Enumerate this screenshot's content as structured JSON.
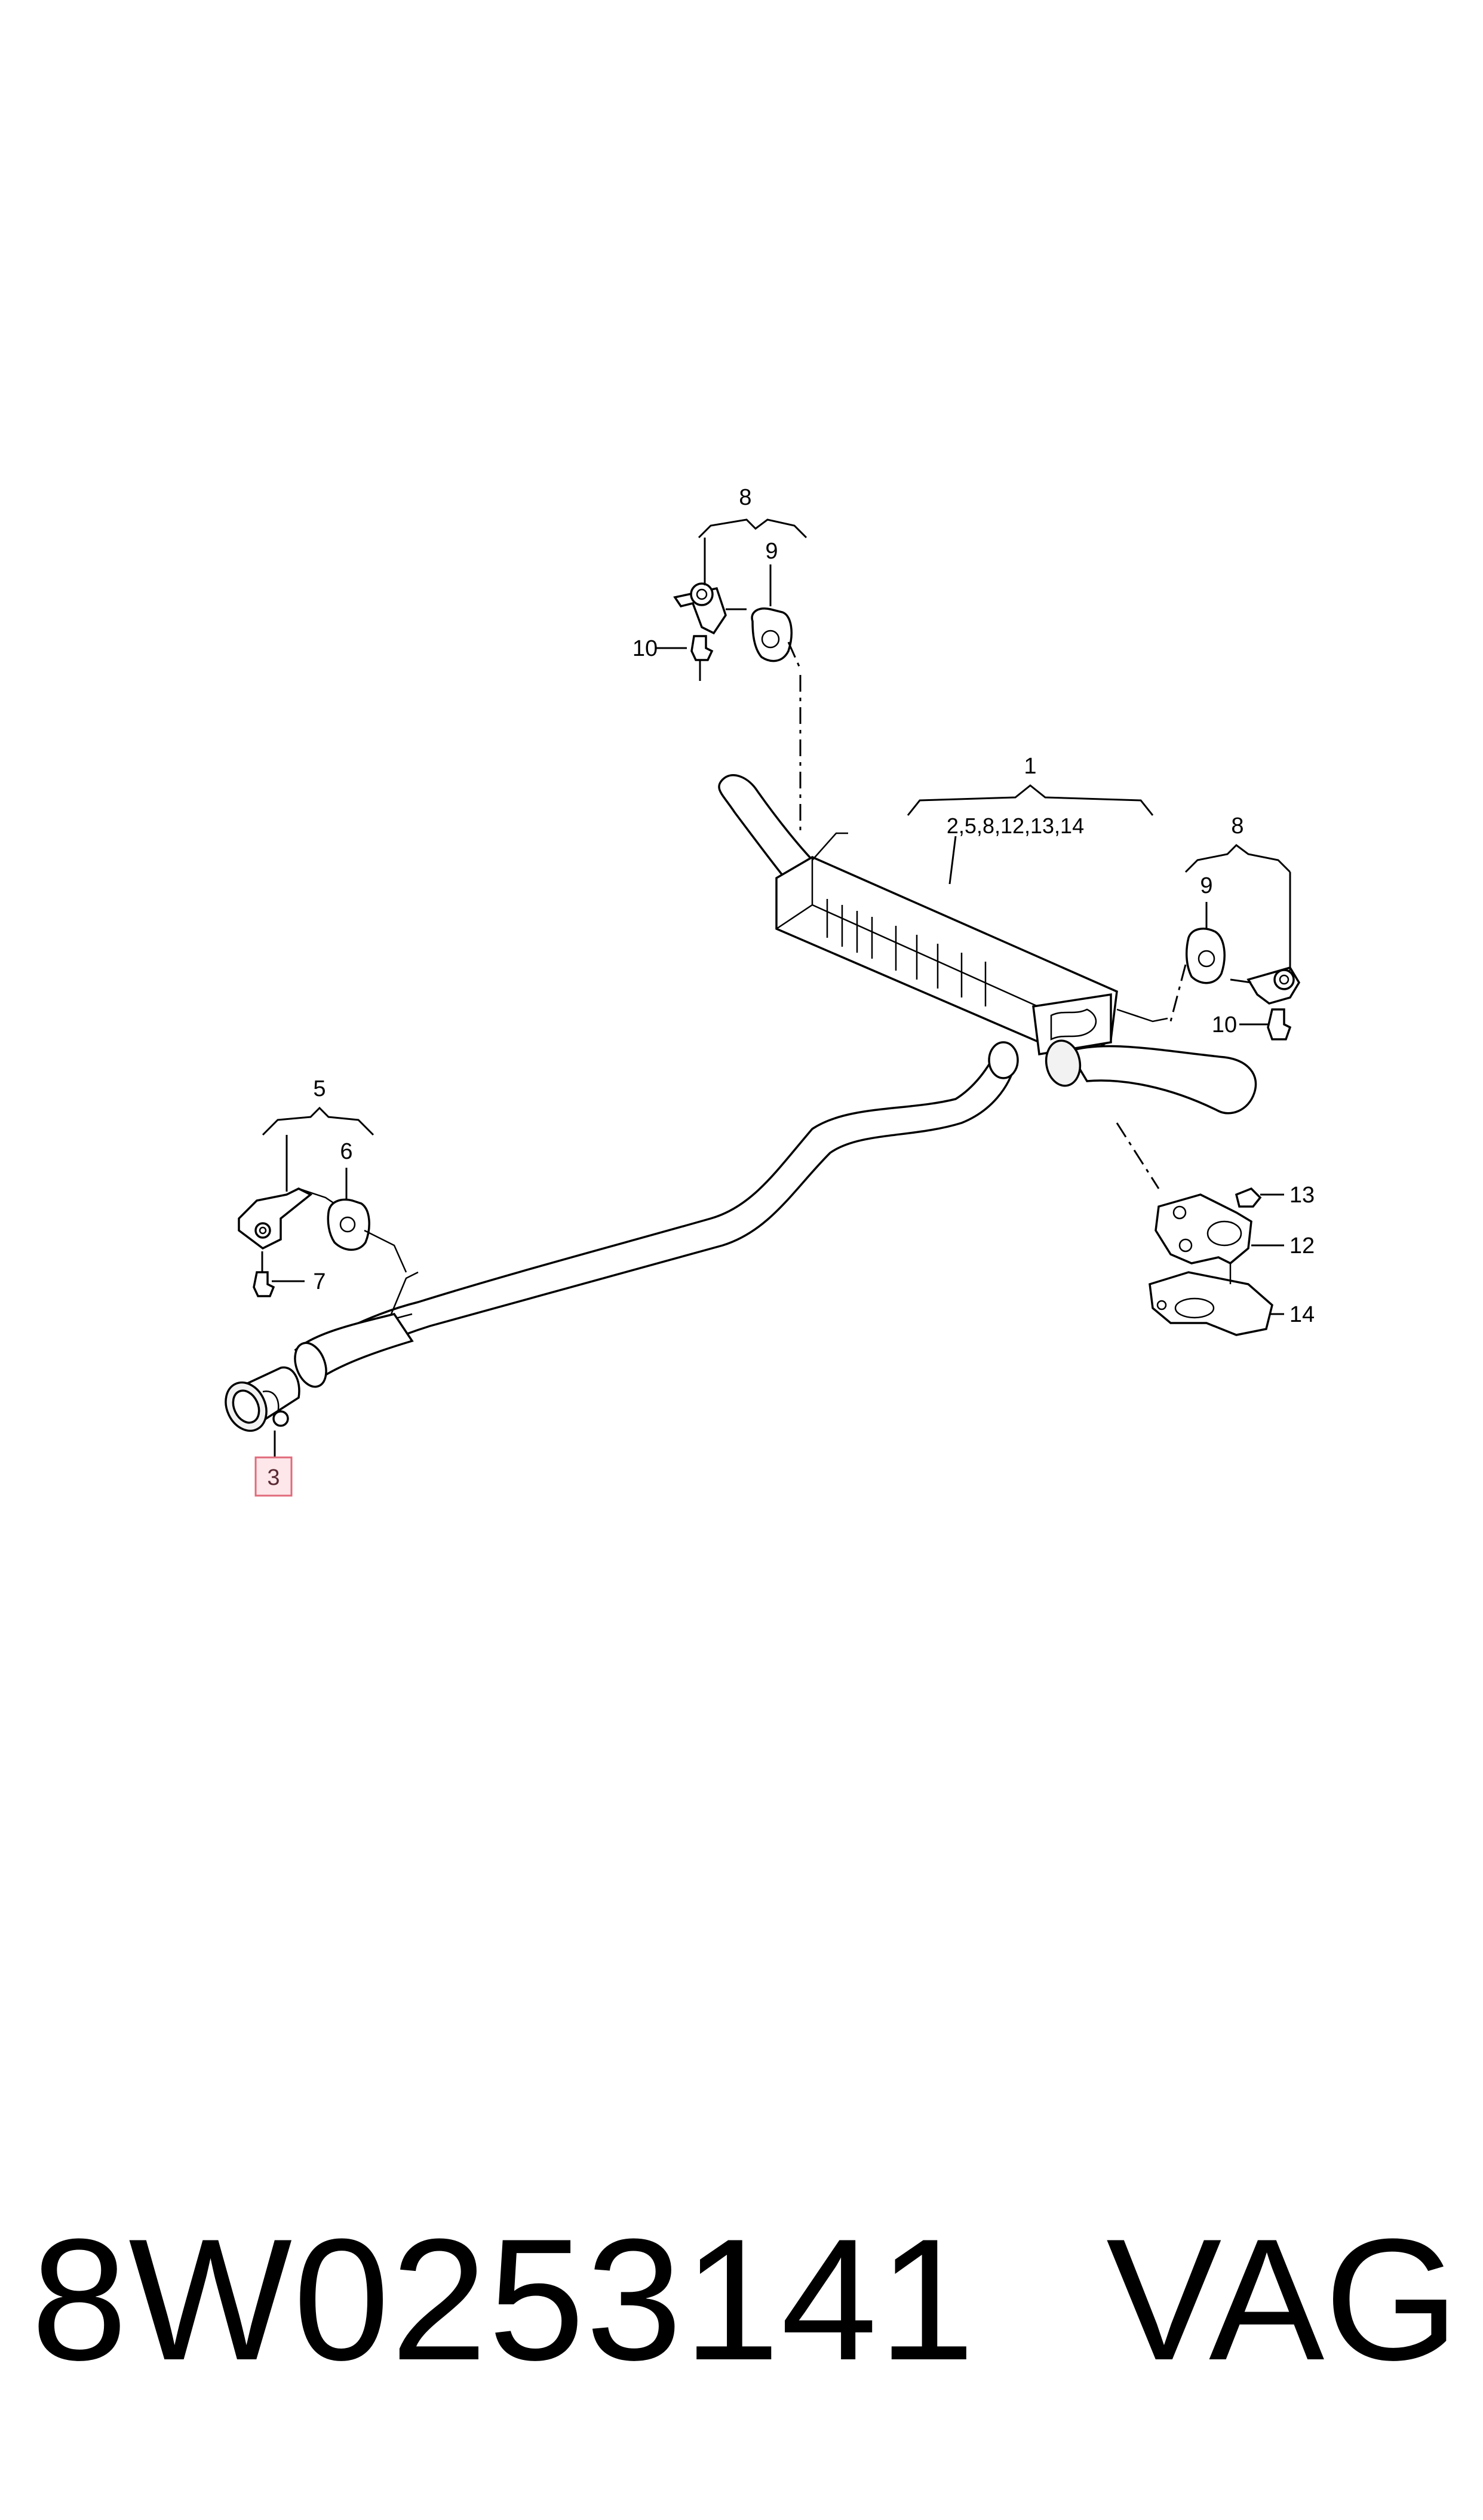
{
  "diagram": {
    "callouts": {
      "c1": "1",
      "c1_sub": "2,5,8,12,13,14",
      "c3": "3",
      "c5": "5",
      "c6": "6",
      "c7": "7",
      "c8_top": "8",
      "c9_top": "9",
      "c10_top": "10",
      "c8_right": "8",
      "c9_right": "9",
      "c10_right": "10",
      "c12": "12",
      "c13": "13",
      "c14": "14"
    },
    "highlighted_callout": "3",
    "highlight_color": "#fde7ea"
  },
  "footer": {
    "part_number": "8W0253141",
    "brand": "VAG"
  }
}
